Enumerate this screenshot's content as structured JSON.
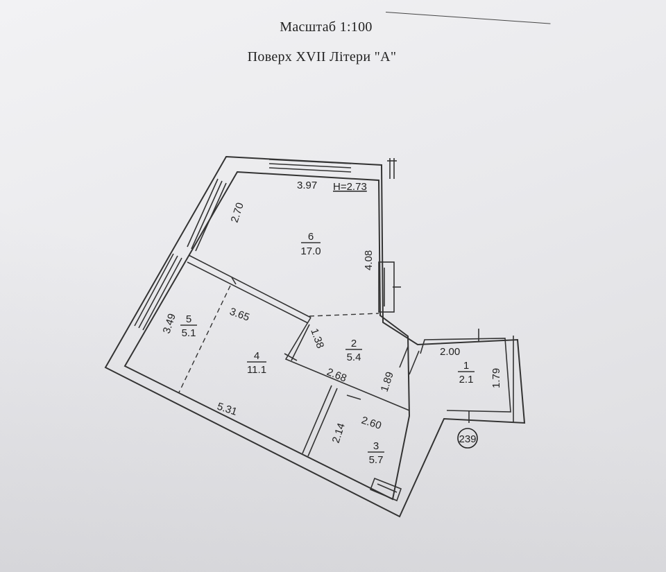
{
  "header": {
    "scale": "Масштаб 1:100",
    "floor": "Поверх XVII Літери \"А\""
  },
  "plan": {
    "ceiling_height": "H=2.73",
    "rooms": [
      {
        "number": "6",
        "area": "17.0"
      },
      {
        "number": "5",
        "area": "5.1"
      },
      {
        "number": "4",
        "area": "11.1"
      },
      {
        "number": "2",
        "area": "5.4"
      },
      {
        "number": "1",
        "area": "2.1"
      },
      {
        "number": "3",
        "area": "5.7"
      }
    ],
    "dimensions": [
      "3.97",
      "2.70",
      "4.08",
      "3.65",
      "3.49",
      "1.38",
      "2.68",
      "1.89",
      "2.00",
      "1.79",
      "5.31",
      "2.14",
      "2.60"
    ],
    "apartment_number": "239"
  }
}
